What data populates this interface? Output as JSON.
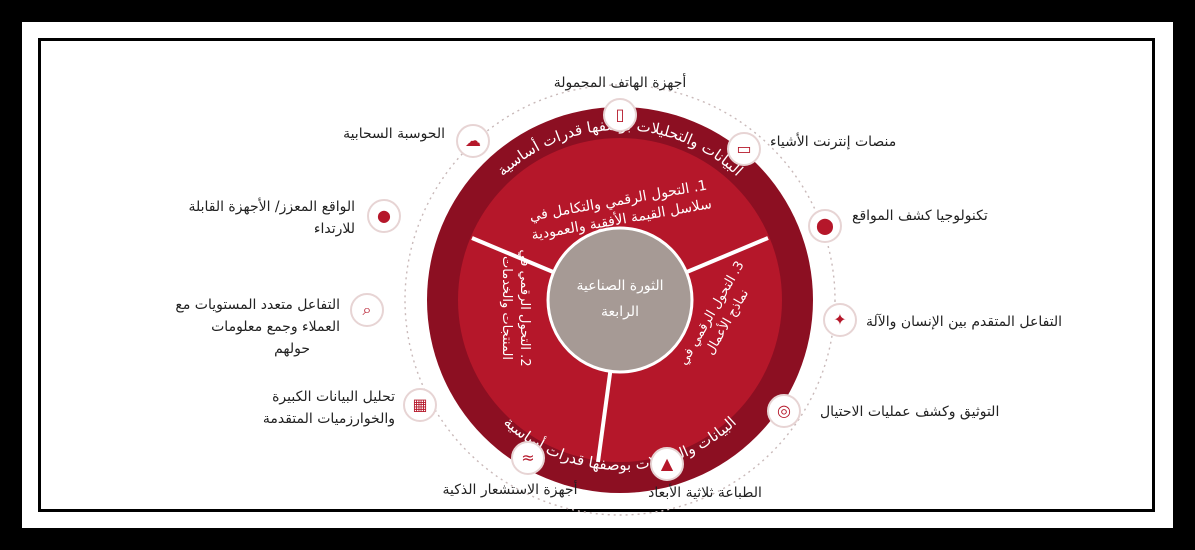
{
  "center": {
    "line1": "الثورة الصناعية",
    "line2": "الرابعة"
  },
  "ring_text": {
    "top": "البيانات والتحليلات بوصفها قدرات أساسية",
    "bottom": "البيانات والتحليلات بوصفها قدرات أساسية"
  },
  "segments": {
    "top": "1. التحول الرقمي والتكامل في سلاسل القيمة الأفقية والعمودية",
    "left": "2. التحول الرقمي في المنتجات والخدمات",
    "right": "3. التحول الرقمي في نماذج الأعمال"
  },
  "technologies": {
    "mobile": "أجهزة الهاتف المحمولة",
    "iot": "منصات إنترنت الأشياء",
    "location": "تكنولوجيا كشف المواقع",
    "hmi": "التفاعل المتقدم بين الإنسان والآلة",
    "fraud": "التوثيق وكشف عمليات الاحتيال",
    "printing": "الطباعة ثلاثية الأبعاد",
    "sensors": "أجهزة الاستشعار الذكية",
    "bigdata_l1": "تحليل البيانات الكبيرة",
    "bigdata_l2": "والخوارزميات المتقدمة",
    "customer_l1": "التفاعل متعدد المستويات مع",
    "customer_l2": "العملاء وجمع معلومات",
    "customer_l3": "حولهم",
    "ar_l1": "الواقع المعزز/ الأجهزة القابلة",
    "ar_l2": "للارتداء",
    "cloud": "الحوسبة السحابية"
  },
  "colors": {
    "dark_red": "#8c0f22",
    "red": "#b5172a",
    "gray": "#a69a95"
  },
  "icons": {
    "mobile": "mobile-icon",
    "iot": "iot-platform-icon",
    "location": "location-pin-icon",
    "hmi": "puzzle-head-icon",
    "fraud": "fingerprint-icon",
    "printing": "3d-printer-icon",
    "sensors": "wifi-sensor-icon",
    "bigdata": "data-chart-icon",
    "customer": "magnifier-person-icon",
    "ar": "head-profile-icon",
    "cloud": "cloud-icon"
  }
}
